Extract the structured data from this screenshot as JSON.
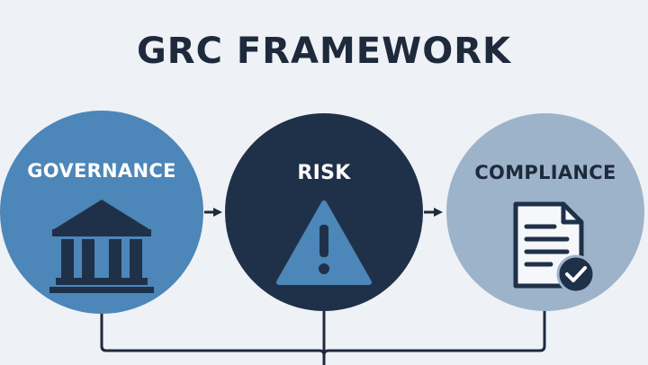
{
  "title": "GRC FRAMEWORK",
  "nodes": [
    {
      "label": "GOVERNANCE",
      "icon": "courthouse-icon",
      "color": "#4d86b8"
    },
    {
      "label": "RISK",
      "icon": "warning-triangle-icon",
      "color": "#1f3149"
    },
    {
      "label": "COMPLIANCE",
      "icon": "document-check-icon",
      "color": "#9db3c9"
    }
  ],
  "colors": {
    "background": "#eef1f5",
    "title": "#1e2a3c",
    "connector": "#1e2a3c",
    "icon_dark": "#1f3149",
    "icon_light": "#4d86b8"
  }
}
